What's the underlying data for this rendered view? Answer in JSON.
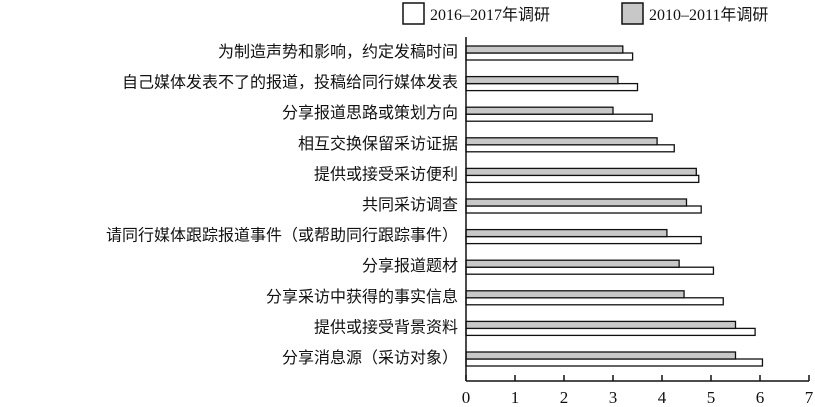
{
  "chart_data": {
    "type": "bar",
    "orientation": "horizontal",
    "categories": [
      "为制造声势和影响，约定发稿时间",
      "自己媒体发表不了的报道，投稿给同行媒体发表",
      "分享报道思路或策划方向",
      "相互交换保留采访证据",
      "提供或接受采访便利",
      "共同采访调查",
      "请同行媒体跟踪报道事件（或帮助同行跟踪事件）",
      "分享报道题材",
      "分享采访中获得的事实信息",
      "提供或接受背景资料",
      "分享消息源（采访对象）"
    ],
    "series": [
      {
        "name": "2016–2017年调研",
        "color": "#ffffff",
        "values": [
          3.4,
          3.5,
          3.8,
          4.25,
          4.75,
          4.8,
          4.8,
          5.05,
          5.25,
          5.9,
          6.05
        ]
      },
      {
        "name": "2010–2011年调研",
        "color": "#c8c8c8",
        "values": [
          3.2,
          3.1,
          3.0,
          3.9,
          4.7,
          4.5,
          4.1,
          4.35,
          4.45,
          5.5,
          5.5
        ]
      }
    ],
    "xlim": [
      0,
      7
    ],
    "xticks": [
      "0",
      "1",
      "2",
      "3",
      "4",
      "5",
      "6",
      "7"
    ],
    "title": "",
    "xlabel": "",
    "ylabel": "",
    "grid": false,
    "legend_position": "top-right"
  }
}
